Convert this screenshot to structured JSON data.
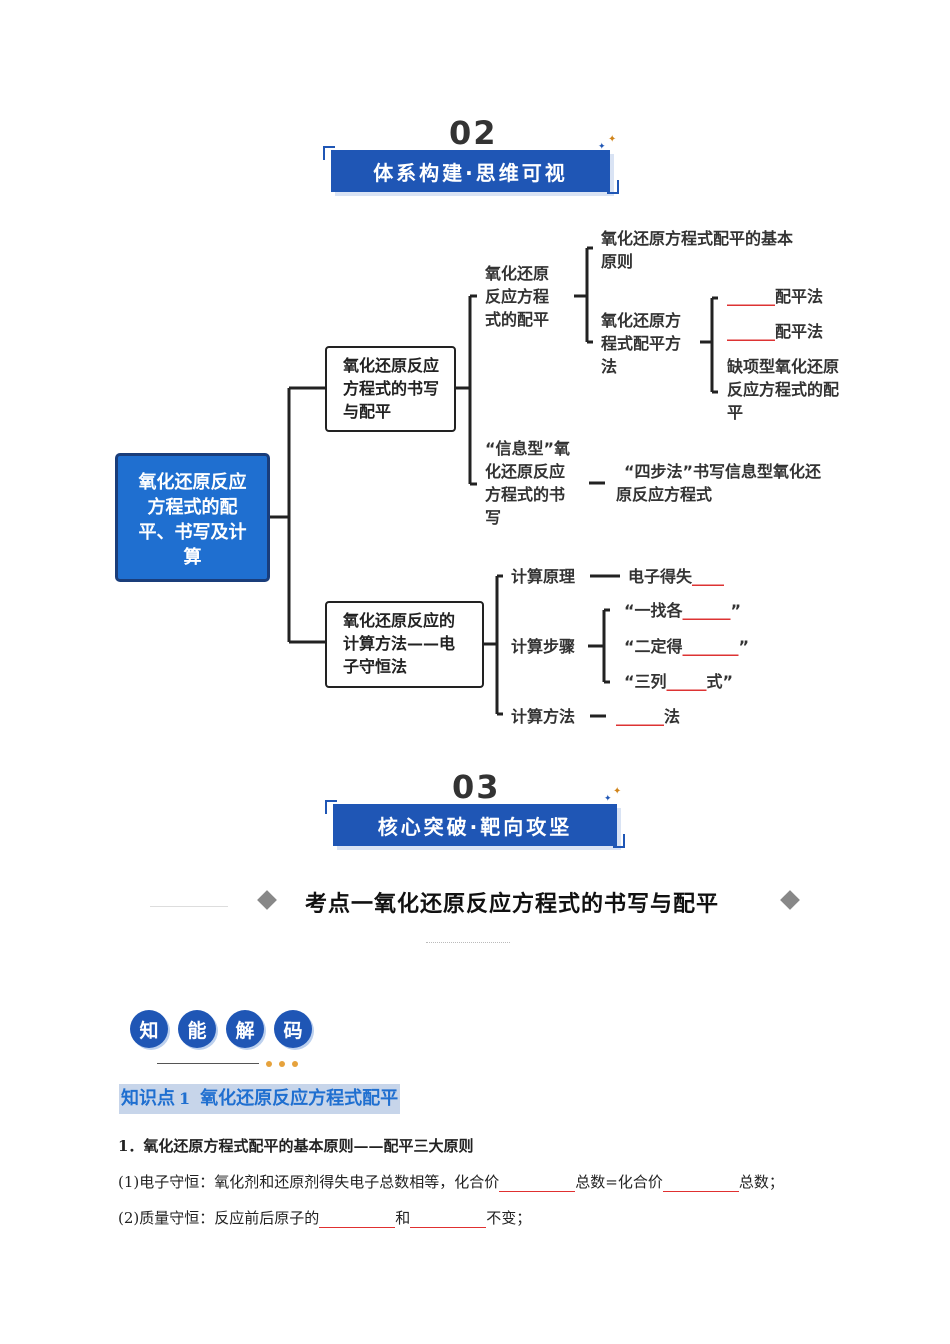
{
  "section2": {
    "number": "02",
    "title": "体系构建·思维可视"
  },
  "section3": {
    "number": "03",
    "title": "核心突破·靶向攻坚"
  },
  "mindmap": {
    "root": "氧化还原反应方程式的配平、书写及计算",
    "branch1": "氧化还原反应方程式的书写与配平",
    "branch2": "氧化还原反应的计算方法——电子守恒法",
    "b1_sub1": "氧化还原反应方程式的配平",
    "b1_sub1_a": "氧化还原方程式配平的基本原则",
    "b1_sub1_b": "氧化还原方程式配平方法",
    "method1_blank": "______",
    "method1_label": "配平法",
    "method2_blank": "______",
    "method2_label": "配平法",
    "method3": "缺项型氧化还原反应方程式的配平",
    "b1_sub2": "“信息型”氧化还原反应方程式的书写",
    "b1_sub2_a": "“四步法”书写信息型氧化还原反应方程式",
    "calc_principle": "计算原理",
    "calc_principle_val": "电子得失",
    "calc_principle_blank": "____",
    "calc_steps": "计算步骤",
    "step1_pre": "“一找各",
    "step1_blank": "______",
    "step1_post": "”",
    "step2_pre": "“二定得",
    "step2_blank": "_______",
    "step2_post": "”",
    "step3_pre": "“三列",
    "step3_blank": "_____",
    "step3_post": "式”",
    "calc_method": "计算方法",
    "calc_method_blank": "______",
    "calc_method_val": "法"
  },
  "topic": {
    "title": "考点一氧化还原反应方程式的书写与配平"
  },
  "badges": [
    "知",
    "能",
    "解",
    "码"
  ],
  "knowledge": {
    "label_prefix": "知识点",
    "label_num": "1",
    "label_title": "氧化还原反应方程式配平",
    "item1": "1．氧化还原方程式配平的基本原则——配平三大原则",
    "line1_a": "(1)电子守恒：氧化剂和还原剂得失电子总数相等，化合价",
    "line1_b": "总数=化合价",
    "line1_c": "总数；",
    "line2_a": "(2)质量守恒：反应前后原子的",
    "line2_b": "和",
    "line2_c": "不变；"
  }
}
